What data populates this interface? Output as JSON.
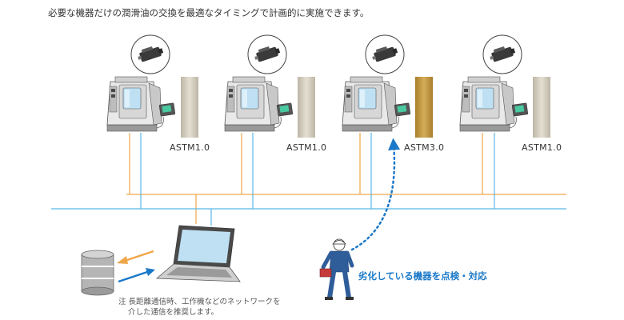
{
  "heading": "必要な機器だけの潤滑油の交換を最適なタイミングで計画的に実施できます。",
  "machines": [
    {
      "oil_label": "ASTM1.0",
      "oil_color": "#d8d3c4"
    },
    {
      "oil_label": "ASTM1.0",
      "oil_color": "#d8d3c4"
    },
    {
      "oil_label": "ASTM3.0",
      "oil_color": "#c9a14a"
    },
    {
      "oil_label": "ASTM1.0",
      "oil_color": "#d8d3c4"
    }
  ],
  "inspect_text": "劣化している機器を点検・対応",
  "note": {
    "line1": "注 長距離通信時、工作機などのネットワークを",
    "line2": "介した通信を推奨します。"
  },
  "colors": {
    "network_orange": "#f0a64a",
    "network_blue": "#5bb8e6",
    "accent_blue": "#1a78c8"
  }
}
